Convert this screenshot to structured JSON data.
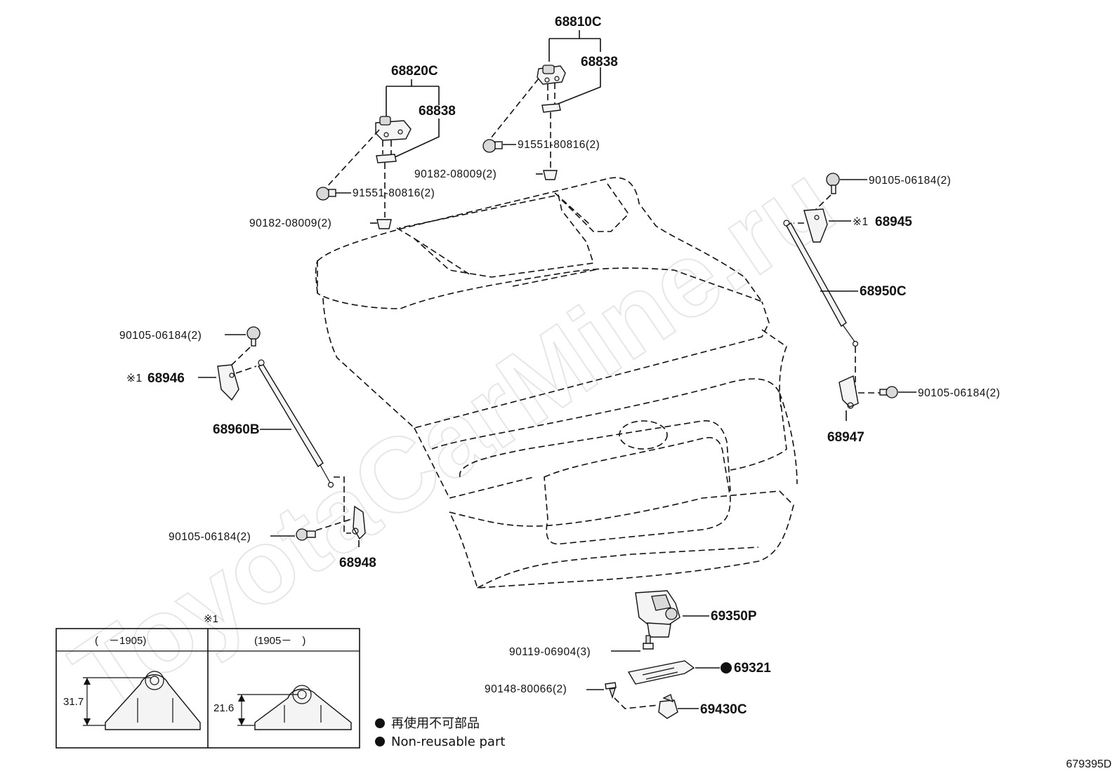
{
  "watermark": "ToyotaCarMine.ru",
  "labels": {
    "p68810C": "68810C",
    "p68838_right": "68838",
    "p68820C": "68820C",
    "p68838_left": "68838",
    "p91551_right": "91551-80816(2)",
    "p90182_right": "90182-08009(2)",
    "p91551_left": "91551-80816(2)",
    "p90182_left": "90182-08009(2)",
    "p90105_top_right": "90105-06184(2)",
    "p68945": "68945",
    "p68950C": "68950C",
    "p90105_mid_right": "90105-06184(2)",
    "p68947": "68947",
    "p90105_top_left": "90105-06184(2)",
    "p68946": "68946",
    "p68960B": "68960B",
    "p90105_bottom_left": "90105-06184(2)",
    "p68948": "68948",
    "p69350P": "69350P",
    "p90119": "90119-06904(3)",
    "p69321": "69321",
    "p90148": "90148-80066(2)",
    "p69430C": "69430C"
  },
  "note_mark": "※1",
  "inset": {
    "title": "※1",
    "left_header": "(　－1905)",
    "right_header": "(1905－　)",
    "left_dim": "31.7",
    "right_dim": "21.6"
  },
  "legend": {
    "line1": "再使用不可部品",
    "line2": "Non-reusable part"
  },
  "diagram_code": "679395D"
}
